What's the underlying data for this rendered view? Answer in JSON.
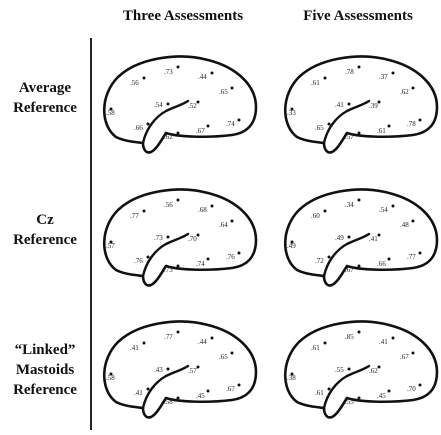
{
  "columns": [
    "Three Assessments",
    "Five Assessments"
  ],
  "rows": [
    {
      "label_lines": [
        "Average",
        "Reference"
      ],
      "panels": [
        {
          "values": [
            ".56",
            ".73",
            ".44",
            ".65",
            ".58",
            ".54",
            ".52",
            ".66",
            ".62",
            ".67",
            ".74"
          ]
        },
        {
          "values": [
            ".61",
            ".78",
            ".37",
            ".62",
            ".33",
            ".41",
            ".39",
            ".65",
            ".57",
            ".61",
            ".78"
          ]
        }
      ]
    },
    {
      "label_lines": [
        "Cz",
        "Reference"
      ],
      "panels": [
        {
          "values": [
            ".77",
            ".56",
            ".68",
            ".64",
            ".57",
            ".73",
            ".70",
            ".76",
            ".73",
            ".74",
            ".76"
          ]
        },
        {
          "values": [
            ".60",
            ".34",
            ".54",
            ".48",
            ".49",
            ".49",
            ".41",
            ".72",
            ".67",
            ".66",
            ".77"
          ]
        }
      ]
    },
    {
      "label_lines": [
        "“Linked”",
        "Mastoids",
        "Reference"
      ],
      "panels": [
        {
          "values": [
            ".41",
            ".77",
            ".44",
            ".65",
            ".58",
            ".43",
            ".57",
            ".41",
            ".58",
            ".45",
            ".67"
          ]
        },
        {
          "values": [
            ".61",
            ".85",
            ".41",
            ".67",
            ".38",
            ".55",
            ".62",
            ".61",
            ".55",
            ".45",
            ".70"
          ]
        }
      ]
    }
  ]
}
